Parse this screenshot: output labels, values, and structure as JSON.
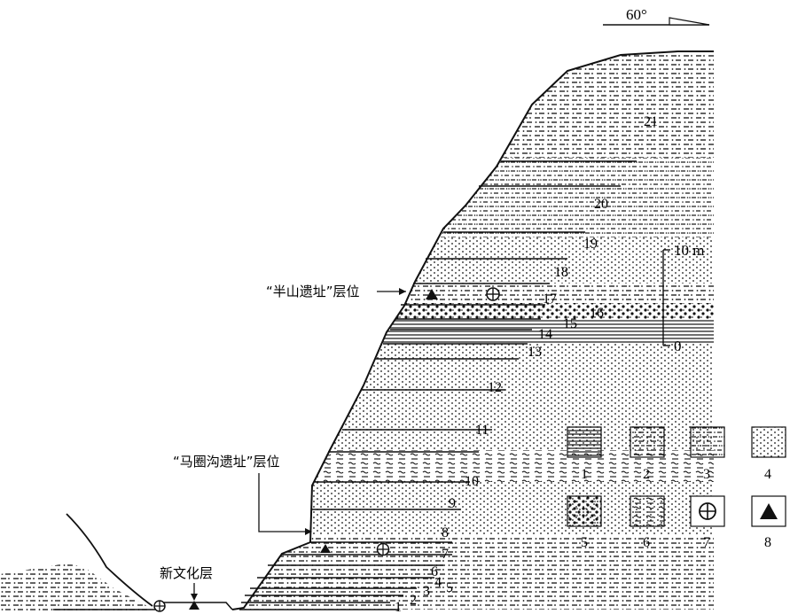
{
  "orientation": {
    "label": "60°"
  },
  "scale_bar": {
    "top_label": "10 m",
    "bottom_label": "0"
  },
  "site_labels": {
    "banshan": "“半山遗址”层位",
    "majiayao": "“马圈沟遗址”层位",
    "new_culture": "新文化层"
  },
  "layer_numbers": [
    "1",
    "2",
    "3",
    "4",
    "5",
    "6",
    "7",
    "8",
    "9",
    "10",
    "11",
    "12",
    "13",
    "14",
    "15",
    "16",
    "17",
    "18",
    "19",
    "20",
    "21"
  ],
  "legend": {
    "items": [
      {
        "id": "1",
        "pattern": "horizontal-lines"
      },
      {
        "id": "2",
        "pattern": "dash-dot"
      },
      {
        "id": "3",
        "pattern": "dash-dot-fine"
      },
      {
        "id": "4",
        "pattern": "dots-sand"
      },
      {
        "id": "5",
        "pattern": "coarse-gravel"
      },
      {
        "id": "6",
        "pattern": "wavy-clay"
      },
      {
        "id": "7",
        "pattern": "circle-cross-symbol"
      },
      {
        "id": "8",
        "pattern": "triangle-symbol"
      }
    ]
  },
  "colors": {
    "ink": "#111111",
    "paper": "#ffffff"
  }
}
